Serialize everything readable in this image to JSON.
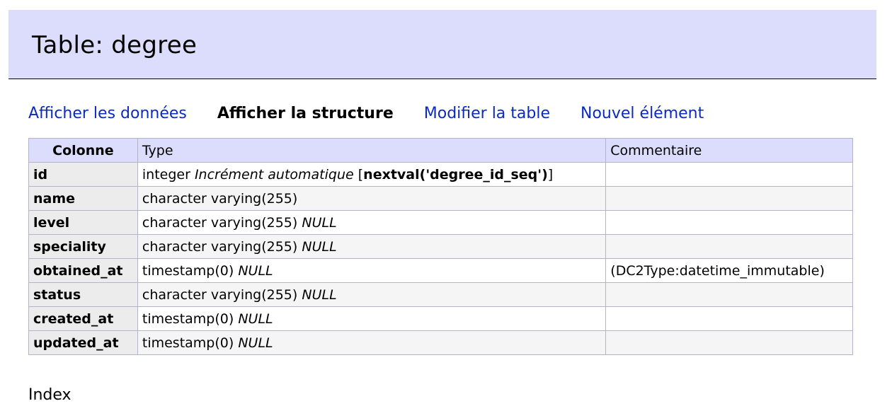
{
  "header": {
    "title": "Table: degree"
  },
  "nav": {
    "view_data": "Afficher les données",
    "view_structure": "Afficher la structure",
    "alter_table": "Modifier la table",
    "new_item": "Nouvel élément"
  },
  "table": {
    "headers": {
      "column": "Colonne",
      "type": "Type",
      "comment": "Commentaire"
    },
    "rows": [
      {
        "name": "id",
        "type": "integer",
        "autoinc": "Incrément automatique",
        "default_open": " [",
        "default": "nextval('degree_id_seq')",
        "default_close": "]",
        "comment": ""
      },
      {
        "name": "name",
        "type": "character varying(255)",
        "comment": ""
      },
      {
        "name": "level",
        "type": "character varying(255)",
        "null": "NULL",
        "comment": ""
      },
      {
        "name": "speciality",
        "type": "character varying(255)",
        "null": "NULL",
        "comment": ""
      },
      {
        "name": "obtained_at",
        "type": "timestamp(0)",
        "null": "NULL",
        "comment": "(DC2Type:datetime_immutable)"
      },
      {
        "name": "status",
        "type": "character varying(255)",
        "null": "NULL",
        "comment": ""
      },
      {
        "name": "created_at",
        "type": "timestamp(0)",
        "null": "NULL",
        "comment": ""
      },
      {
        "name": "updated_at",
        "type": "timestamp(0)",
        "null": "NULL",
        "comment": ""
      }
    ]
  },
  "indexes_heading": "Index"
}
